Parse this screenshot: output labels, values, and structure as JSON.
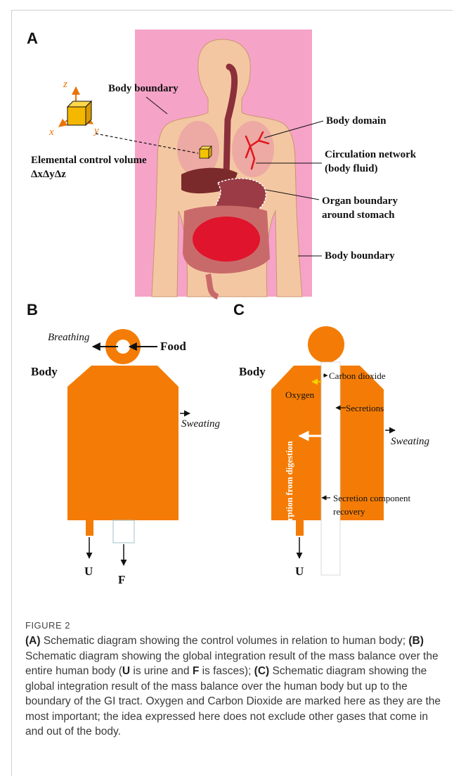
{
  "panels": {
    "a": {
      "letter": "A",
      "labels": {
        "body_boundary_top": "Body boundary",
        "body_domain": "Body domain",
        "circulation_1": "Circulation network",
        "circulation_2": "(body fluid)",
        "organ_1": "Organ boundary",
        "organ_2": "around stomach",
        "body_boundary_bottom": "Body boundary",
        "elemental_1": "Elemental control volume",
        "elemental_2": "ΔxΔyΔz",
        "axis_x": "x",
        "axis_y": "y",
        "axis_z": "z"
      }
    },
    "b": {
      "letter": "B",
      "labels": {
        "breathing": "Breathing",
        "food": "Food",
        "body": "Body",
        "sweating": "Sweating",
        "u": "U",
        "f": "F"
      }
    },
    "c": {
      "letter": "C",
      "labels": {
        "body": "Body",
        "carbon_dioxide": "Carbon dioxide",
        "oxygen": "Oxygen",
        "secretions": "Secretions",
        "sweating": "Sweating",
        "absorption": "Absorption from digestion",
        "secretion_recovery_1": "Secretion component",
        "secretion_recovery_2": "recovery",
        "u": "U"
      }
    }
  },
  "colors": {
    "body_orange": "#f47c06",
    "panel_a_bg": "#f6a3c8",
    "silhouette": "#f4c7a3",
    "vessels": "#e0161e"
  },
  "caption": {
    "label": "FIGURE 2",
    "parts": [
      {
        "bold": "(A)",
        "text": " Schematic diagram showing the control volumes in relation to human body; "
      },
      {
        "bold": "(B)",
        "text": " Schematic diagram showing the global integration result of the mass balance over the entire human body ("
      },
      {
        "bold": "U",
        "text": " is urine and "
      },
      {
        "bold": "F",
        "text": " is fasces); "
      },
      {
        "bold": "(C)",
        "text": " Schematic diagram showing the global integration result of the mass balance over the human body but up to the boundary of the GI tract. Oxygen and Carbon Dioxide are marked here as they are the most important; the idea expressed here does not exclude other gases that come in and out of the body."
      }
    ]
  }
}
